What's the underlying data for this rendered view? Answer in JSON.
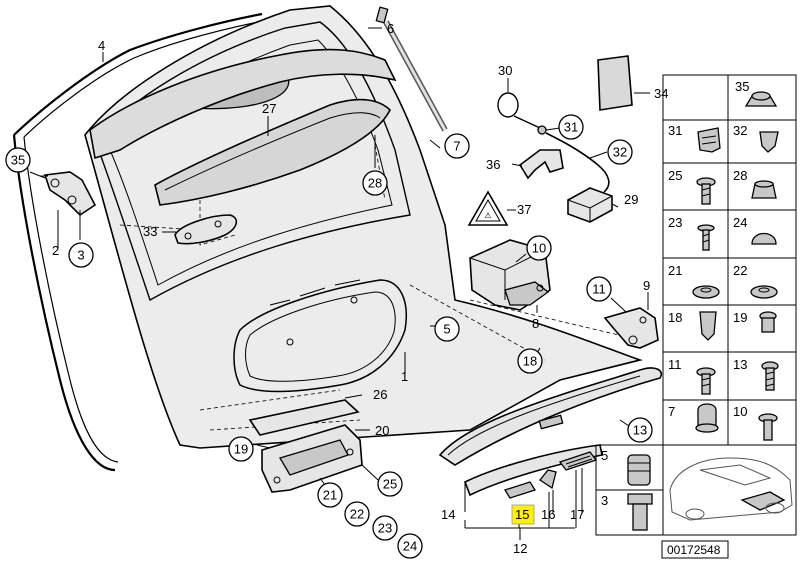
{
  "diagram_id": "00172548",
  "labels": {
    "l1": "1",
    "l2": "2",
    "l3": "3",
    "l4": "4",
    "l5": "5",
    "l6": "6",
    "l7": "7",
    "l8": "8",
    "l9": "9",
    "l10": "10",
    "l11": "11",
    "l12": "12",
    "l13": "13",
    "l14": "14",
    "l15": "15",
    "l16": "16",
    "l17": "17",
    "l18": "18",
    "l19": "19",
    "l20": "20",
    "l21": "21",
    "l22": "22",
    "l23": "23",
    "l24": "24",
    "l25": "25",
    "l26": "26",
    "l27": "27",
    "l28": "28",
    "l29": "29",
    "l30": "30",
    "l31": "31",
    "l32": "32",
    "l33": "33",
    "l34": "34",
    "l35": "35",
    "l36": "36",
    "l37": "37"
  },
  "grid_labels": {
    "g35": "35",
    "g31": "31",
    "g32": "32",
    "g25": "25",
    "g28": "28",
    "g23": "23",
    "g24": "24",
    "g21": "21",
    "g22": "22",
    "g18": "18",
    "g19": "19",
    "g11": "11",
    "g13": "13",
    "g7": "7",
    "g10": "10",
    "g5": "5",
    "g3": "3"
  },
  "highlight_part": "15",
  "colors": {
    "highlight": "#fff200",
    "line": "#000000",
    "part_fill": "#e6e6e6"
  }
}
